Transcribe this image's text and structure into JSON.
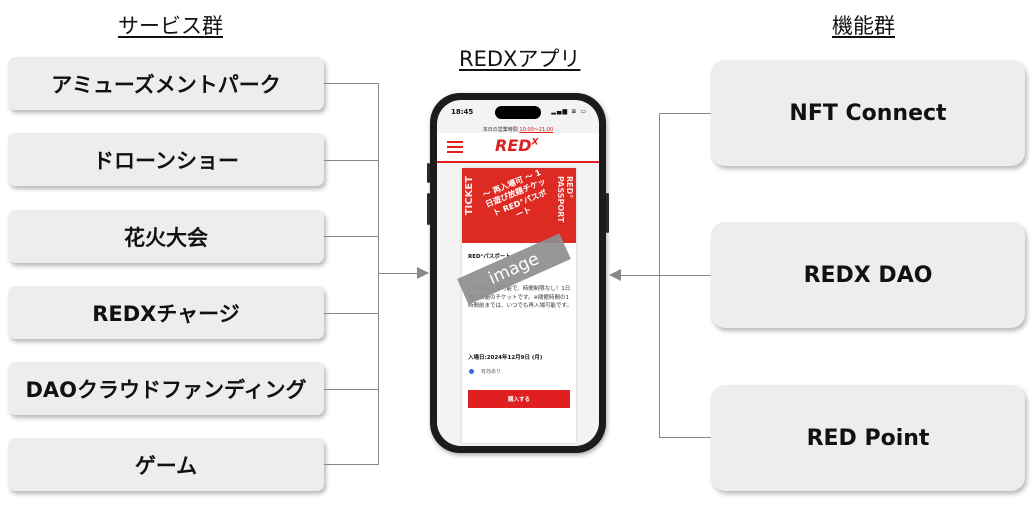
{
  "headers": {
    "services": "サービス群",
    "app": "REDXアプリ",
    "features": "機能群"
  },
  "services": [
    "アミューズメントパーク",
    "ドローンショー",
    "花火大会",
    "REDXチャージ",
    "DAOクラウドファンディング",
    "ゲーム"
  ],
  "features": [
    "NFT Connect",
    "REDX DAO",
    "RED Point"
  ],
  "phone": {
    "status_time": "18:45",
    "status_icons": "▂▄▆ ≋ ▭",
    "hours_prefix": "本日の営業時間",
    "hours_value": "10:00～21:00",
    "logo": "RED",
    "logo_sup": "X",
    "ticket_side": "TICKET",
    "ticket_mid": "〜 再入場可 〜 1日遊び放題チケット RED°パスポート",
    "ticket_right": "RED° PASSPORT",
    "card_title": "RED°パスポート",
    "card_desc": "いつでも入場可能で、時間制限なし！1日遊び放題のチケットです。※閉館時間の1時間前までは、いつでも再入場可能です。",
    "entry_date": "入場日:2024年12月9日 (月)",
    "stock": "有効あり",
    "buy_button": "購入する",
    "image_placeholder": "image"
  },
  "colors": {
    "accent": "#e02020",
    "box": "#ededed",
    "connector": "#888888"
  }
}
